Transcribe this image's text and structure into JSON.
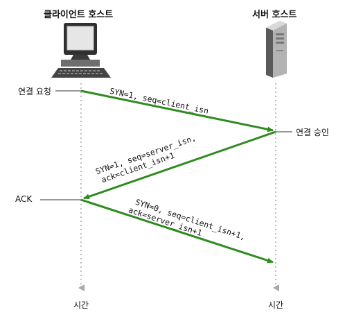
{
  "hosts": {
    "client_title": "클라이언트 호스트",
    "server_title": "서버 호스트"
  },
  "labels": {
    "connect_request": "연결 요청",
    "connect_accept": "연결 승인",
    "ack": "ACK",
    "time_client": "시간",
    "time_server": "시간"
  },
  "messages": {
    "syn": "SYN=1, seq=client_isn",
    "synack_line1": "SYN=1, seq=server_isn,",
    "synack_line2": "ack=client_isn+1",
    "ack_line1": "SYN=0, seq=client_isn+1,",
    "ack_line2": "ack=server_isn+1"
  },
  "colors": {
    "arrow": "#2e8b1e",
    "timeline": "#a8a8a8",
    "leader": "#333333"
  },
  "icons": {
    "client": "desktop-computer-icon",
    "server": "server-tower-icon"
  }
}
